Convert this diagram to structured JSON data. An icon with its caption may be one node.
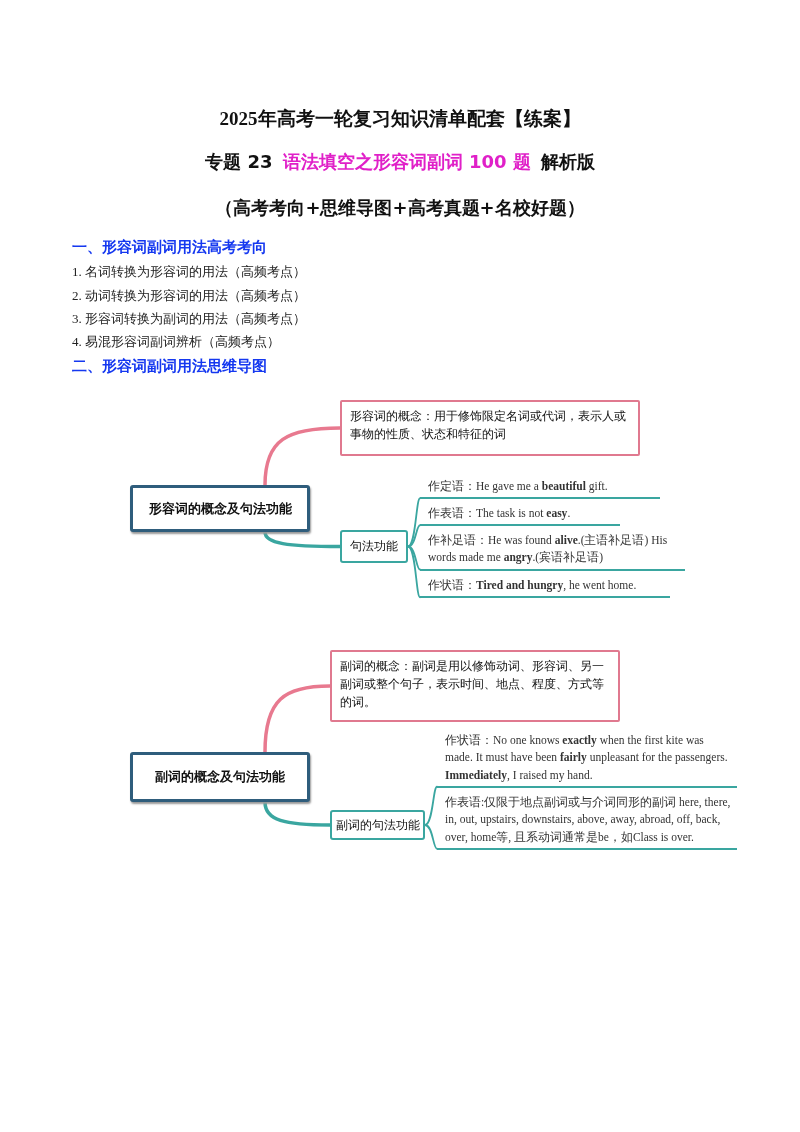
{
  "diagram": {
    "title": "2025年高考一轮复习知识清单配套【练案】",
    "nodes": [
      {
        "text": [
          "形容词的概念及句法功能"
        ]
      },
      {
        "text": [
          "形容词的概念：用于修饰限定名词或代词，表示人或事物的性质、状态和特征的词"
        ]
      },
      {
        "text": [
          "句法功能"
        ]
      },
      {
        "text": [
          "作定语：He gave me a **beautiful** gift."
        ]
      },
      {
        "text": [
          "作表语：The task is not **easy**."
        ]
      },
      {
        "text": [
          "作补足语：He was found **alive**.(主语补足语) His words made me **angry**.(宾语补足语)"
        ]
      },
      {
        "text": [
          "作状语：**Tired and hungry**, he went home."
        ]
      },
      {
        "text": [
          "副词的概念及句法功能"
        ]
      },
      {
        "text": [
          "副词的概念：副词是用以修饰动词、形容词、另一副词或整个句子，表示时间、地点、程度、方式等的词。"
        ]
      },
      {
        "text": [
          "副词的句法功能"
        ]
      },
      {
        "text": [
          "作状语：No one knows **exactly** when the first kite was made. It must have been **fairly** unpleasant for the passengers. **Immediately**, I raised my hand."
        ]
      },
      {
        "text": [
          "作表语:仅限于地点副词或与介词同形的副词 here, there, in, out, upstairs, downstairs, above, away, abroad, off, back, over, home等, 且系动词通常是be，如Class is over."
        ]
      }
    ],
    "edges": [
      {
        "from": 0,
        "to": 1,
        "arrow": "none",
        "style": "thick",
        "color": "#e8798f"
      },
      {
        "from": 0,
        "to": 2,
        "arrow": "none",
        "style": "thick"
      },
      {
        "from": 2,
        "to": 3,
        "arrow": "none"
      },
      {
        "from": 2,
        "to": 4,
        "arrow": "none"
      },
      {
        "from": 2,
        "to": 5,
        "arrow": "none"
      },
      {
        "from": 2,
        "to": 6,
        "arrow": "none"
      },
      {
        "from": 7,
        "to": 8,
        "arrow": "none",
        "style": "thick",
        "color": "#e8798f"
      },
      {
        "from": 7,
        "to": 9,
        "arrow": "none",
        "style": "thick"
      },
      {
        "from": 9,
        "to": 10,
        "arrow": "none"
      },
      {
        "from": 9,
        "to": 11,
        "arrow": "none"
      }
    ],
    "labels": [
      "专题 23",
      "语法填空之形容词副词 100 题",
      "解析版",
      "（高考考向+思维导图+高考真题+名校好题）",
      "一、形容词副词用法高考考向",
      "1.  名词转换为形容词的用法（高频考点）",
      "2.  动词转换为形容词的用法（高频考点）",
      "3.  形容词转换为副词的用法（高频考点）",
      "4.  易混形容词副词辨析（高频考点）",
      "二、形容词副词用法思维导图"
    ]
  }
}
